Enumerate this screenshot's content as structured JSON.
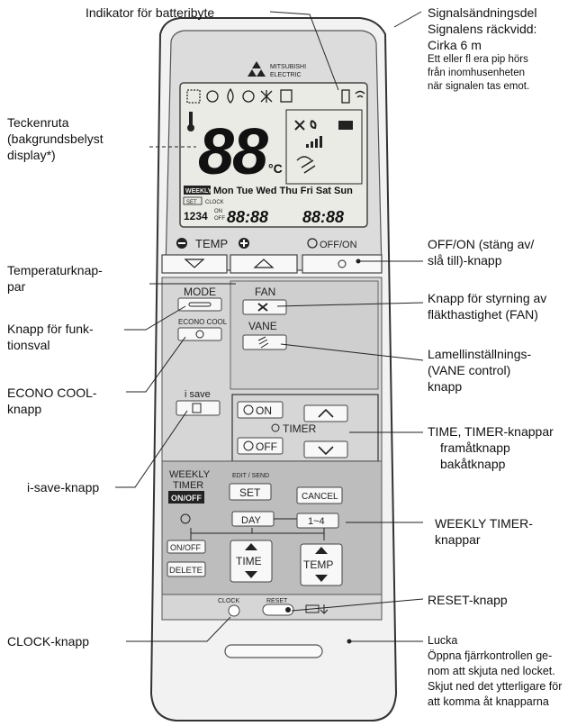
{
  "callouts": {
    "battery": "Indikator för batteribyte",
    "signal": {
      "line1": "Signalsändningsdel",
      "line2": "Signalens räckvidd:",
      "line3": "Cirka 6 m",
      "note": [
        "Ett eller fl era pip hörs",
        "från inomhusenheten",
        "när signalen tas emot."
      ]
    },
    "display": [
      "Teckenruta",
      "(bakgrundsbelyst",
      "display*)"
    ],
    "offon": [
      "OFF/ON (stäng av/",
      "slå till)-knapp"
    ],
    "temp": [
      "Temperaturknap-",
      "par"
    ],
    "fan": [
      "Knapp för styrning av",
      "fläkthastighet (FAN)"
    ],
    "mode": [
      "Knapp för funk-",
      "tionsval"
    ],
    "vane": [
      "Lamellinställnings-",
      "(VANE control)",
      "knapp"
    ],
    "econo": [
      "ECONO COOL-",
      "knapp"
    ],
    "timer": [
      "TIME, TIMER-knappar",
      "framåtknapp",
      "bakåtknapp"
    ],
    "isave": "i-save-knapp",
    "weekly": [
      "WEEKLY TIMER-",
      "knappar"
    ],
    "reset": "RESET-knapp",
    "clock": "CLOCK-knapp",
    "lid": [
      "Lucka",
      "Öppna fjärrkontrollen ge-",
      "nom att skjuta ned locket.",
      "Skjut ned det ytterligare för",
      "att komma åt knapparna"
    ]
  },
  "remote": {
    "brand": [
      "MITSUBISHI",
      "ELECTRIC"
    ],
    "lcd": {
      "big_digits": "88",
      "unit": "°C",
      "weekly": "WEEKLY",
      "days": "Mon Tue Wed Thu Fri Sat Sun",
      "set": "SET",
      "clock": "CLOCK",
      "on": "ON",
      "off": "OFF",
      "nums": "1234",
      "time1": "88:88",
      "time2": "88:88"
    },
    "temp_label": "TEMP",
    "offon_label": "OFF/ON",
    "mode_label": "MODE",
    "econo_label": "ECONO COOL",
    "fan_label": "FAN",
    "vane_label": "VANE",
    "isave_label": "i save",
    "timer_label": "TIMER",
    "on_btn": "ON",
    "off_btn": "OFF",
    "weekly_timer": [
      "WEEKLY",
      "TIMER"
    ],
    "onoff_small": "ON/OFF",
    "edit_send": "EDIT / SEND",
    "set_btn": "SET",
    "cancel_btn": "CANCEL",
    "day_btn": "DAY",
    "range_btn": "1~4",
    "onoff_btn": "ON/OFF",
    "delete_btn": "DELETE",
    "time_btn": "TIME",
    "temp_btn": "TEMP",
    "clock_label": "CLOCK",
    "reset_label": "RESET"
  }
}
